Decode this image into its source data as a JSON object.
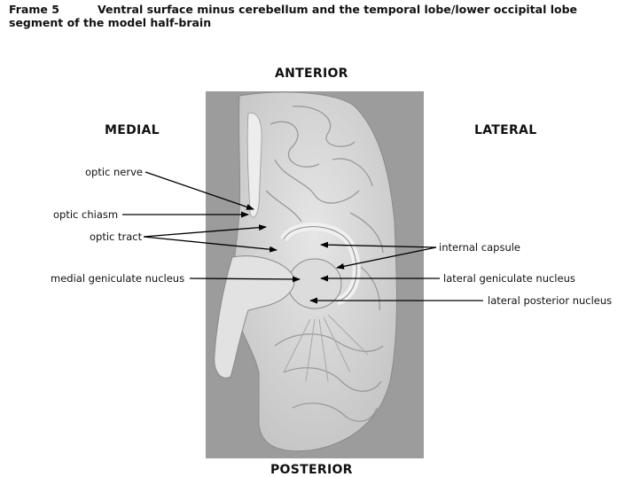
{
  "header": {
    "frame_label": "Frame 5",
    "title_line1": "Ventral surface minus cerebellum and the temporal lobe/lower occipital lobe",
    "title_line2": "segment of the model half-brain"
  },
  "directions": {
    "anterior": "ANTERIOR",
    "posterior": "POSTERIOR",
    "medial": "MEDIAL",
    "lateral": "LATERAL"
  },
  "labels": {
    "optic_nerve": "optic nerve",
    "optic_chiasm": "optic chiasm",
    "optic_tract": "optic tract",
    "medial_geniculate_nucleus": "medial geniculate nucleus",
    "internal_capsule": "internal capsule",
    "lateral_geniculate_nucleus": "lateral geniculate nucleus",
    "lateral_posterior_nucleus": "lateral posterior nucleus"
  },
  "colors": {
    "photo_background": "#9a9a9a",
    "brain_tissue": "#d2d2d2",
    "arrow": "#000000"
  }
}
